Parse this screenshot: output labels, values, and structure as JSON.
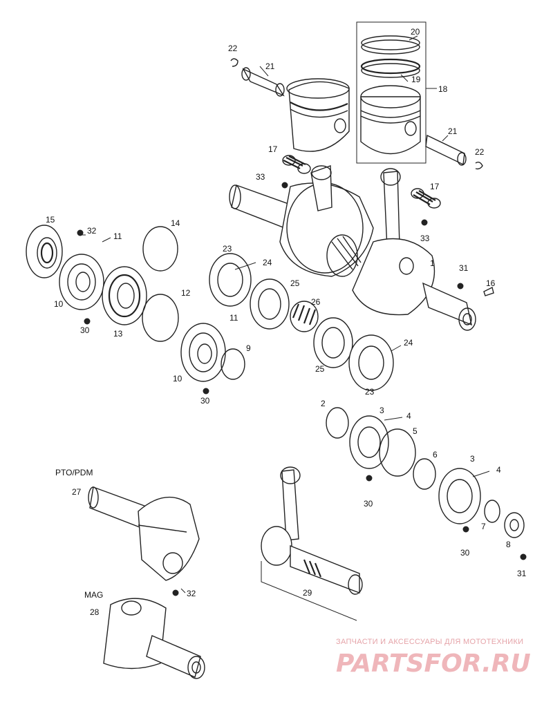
{
  "callouts": {
    "c1": "1",
    "c2": "2",
    "c3a": "3",
    "c3b": "3",
    "c4a": "4",
    "c4b": "4",
    "c5": "5",
    "c6": "6",
    "c7": "7",
    "c8": "8",
    "c9": "9",
    "c10a": "10",
    "c10b": "10",
    "c11a": "11",
    "c11b": "11",
    "c12": "12",
    "c13": "13",
    "c14": "14",
    "c15": "15",
    "c16": "16",
    "c17a": "17",
    "c17b": "17",
    "c18": "18",
    "c19": "19",
    "c20": "20",
    "c21a": "21",
    "c21b": "21",
    "c22a": "22",
    "c22b": "22",
    "c23a": "23",
    "c23b": "23",
    "c24a": "24",
    "c24b": "24",
    "c25a": "25",
    "c25b": "25",
    "c26": "26",
    "c27": "27",
    "c28": "28",
    "c29": "29",
    "c30a": "30",
    "c30b": "30",
    "c30c": "30",
    "c30d": "30",
    "c31a": "31",
    "c31b": "31",
    "c32a": "32",
    "c32b": "32",
    "c33a": "33",
    "c33b": "33"
  },
  "labels": {
    "pto": "PTO/PDM",
    "mag": "MAG"
  },
  "watermark": {
    "tagline": "ЗАПЧАСТИ И АКСЕССУАРЫ ДЛЯ МОТОТЕХНИКИ",
    "logo": "PARTSFOR.RU",
    "color": "#e8a0a6"
  }
}
